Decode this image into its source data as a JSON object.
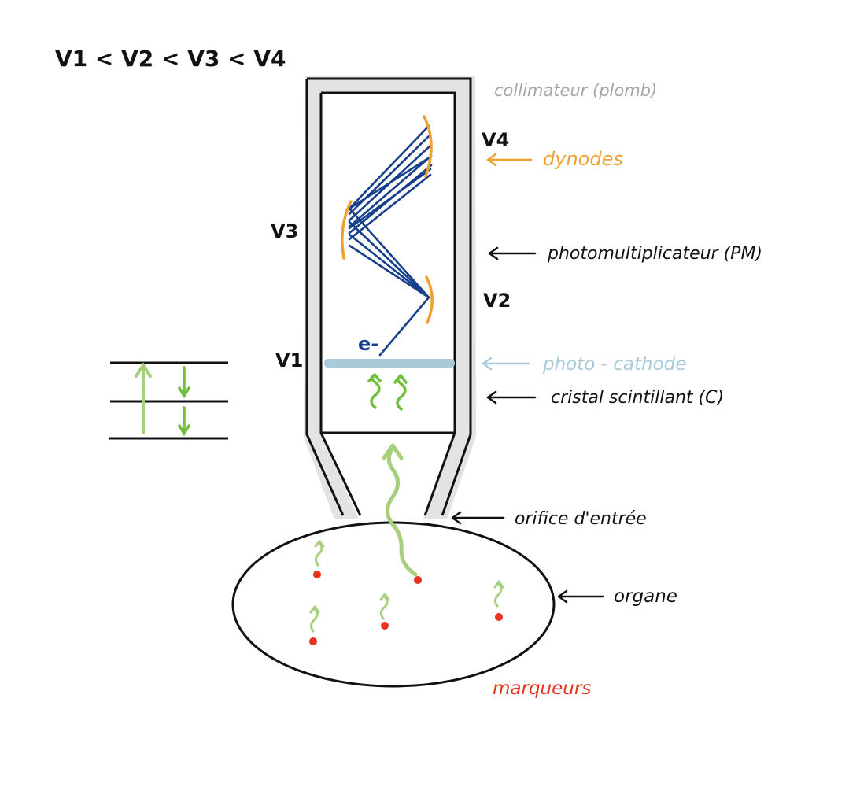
{
  "relation": "V1 < V2 < V3 < V4",
  "voltages": {
    "v1": "V1",
    "v2": "V2",
    "v3": "V3",
    "v4": "V4"
  },
  "electron_label": "e-",
  "labels": {
    "collimator": "collimateur (plomb)",
    "dynodes": "dynodes",
    "photomultiplier": "photomultiplicateur (PM)",
    "photocathode": "photo - cathode",
    "crystal": "cristal scintillant (C)",
    "entry": "orifice d'entrée",
    "organ": "organe",
    "markers": "marqueurs"
  },
  "colors": {
    "ink": "#111111",
    "collimator_fill": "#e3e3e3",
    "collimator_text": "#a6a6a6",
    "dynode": "#f0a030",
    "electron": "#173f8c",
    "photocathode": "#a9cbd9",
    "photon_green": "#6fbf3a",
    "photon_light": "#a8cf7e",
    "marker": "#e6321e"
  }
}
